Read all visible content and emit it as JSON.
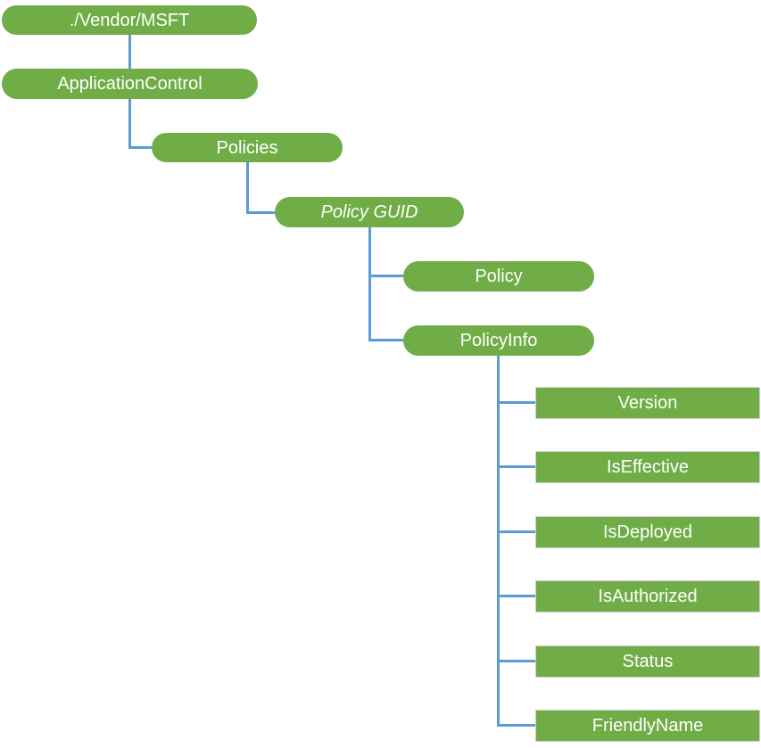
{
  "diagram": {
    "nodes": [
      {
        "id": "vendor-msft",
        "label": "./Vendor/MSFT",
        "shape": "pill"
      },
      {
        "id": "application-control",
        "label": "ApplicationControl",
        "shape": "pill"
      },
      {
        "id": "policies",
        "label": "Policies",
        "shape": "pill"
      },
      {
        "id": "policy-guid",
        "label": "Policy GUID",
        "shape": "pill",
        "text_style": "italic"
      },
      {
        "id": "policy",
        "label": "Policy",
        "shape": "pill"
      },
      {
        "id": "policy-info",
        "label": "PolicyInfo",
        "shape": "pill"
      },
      {
        "id": "version",
        "label": "Version",
        "shape": "rect"
      },
      {
        "id": "is-effective",
        "label": "IsEffective",
        "shape": "rect"
      },
      {
        "id": "is-deployed",
        "label": "IsDeployed",
        "shape": "rect"
      },
      {
        "id": "is-authorized",
        "label": "IsAuthorized",
        "shape": "rect"
      },
      {
        "id": "status",
        "label": "Status",
        "shape": "rect"
      },
      {
        "id": "friendly-name",
        "label": "FriendlyName",
        "shape": "rect"
      }
    ],
    "edges": [
      {
        "from": "vendor-msft",
        "to": "application-control"
      },
      {
        "from": "application-control",
        "to": "policies"
      },
      {
        "from": "policies",
        "to": "policy-guid"
      },
      {
        "from": "policy-guid",
        "to": "policy"
      },
      {
        "from": "policy-guid",
        "to": "policy-info"
      },
      {
        "from": "policy-info",
        "to": "version"
      },
      {
        "from": "policy-info",
        "to": "is-effective"
      },
      {
        "from": "policy-info",
        "to": "is-deployed"
      },
      {
        "from": "policy-info",
        "to": "is-authorized"
      },
      {
        "from": "policy-info",
        "to": "status"
      },
      {
        "from": "policy-info",
        "to": "friendly-name"
      }
    ]
  },
  "colors": {
    "background": "#FFFFFF",
    "node_fill": "#70AD47",
    "node_text": "#FFFFFF",
    "connector": "#5B9BD5",
    "leaf_border": "#D0CECE"
  }
}
